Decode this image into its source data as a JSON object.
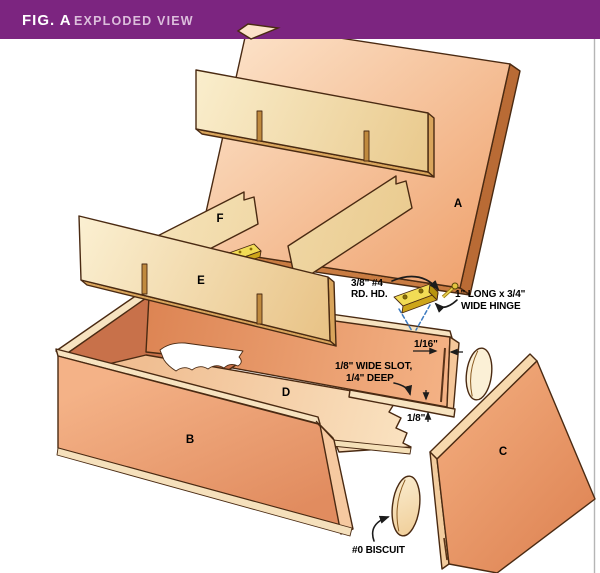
{
  "header": {
    "figure_label": "FIG. A",
    "title": "EXPLODED VIEW"
  },
  "part_labels": {
    "a": "A",
    "b": "B",
    "c": "C",
    "d": "D",
    "e": "E",
    "f": "F"
  },
  "callouts": {
    "screw": {
      "line1": "3/8\" #4",
      "line2": "RD. HD."
    },
    "hinge": {
      "line1": "1\" LONG x 3/4\"",
      "line2": "WIDE HINGE"
    },
    "edge_gap": "1/16\"",
    "slot": {
      "line1": "1/8\" WIDE SLOT,",
      "line2": "1/4\" DEEP"
    },
    "bottom_reveal": "1/8\"",
    "biscuit": "#0 BISCUIT"
  },
  "colors": {
    "header_purple": "#7C2580",
    "header_title_tint": "#DCBEDC",
    "outline_brown": "#4A2A12",
    "wood_cream": "#F2D9A4",
    "wood_cream_edge": "#D9A55C",
    "wood_salmon": "#EC9F72",
    "wood_peach_light": "#F7E3C0",
    "box_interior": "#C8714A",
    "slot_notch": "#C08A3E",
    "hinge_yellow": "#F2DC55",
    "hinge_yellow_dark": "#CDA51A",
    "screw_gold": "#E3C440",
    "leader_blue": "#3E7CC0",
    "annotation_text": "#1C1C1C",
    "border_gray": "#B5B5B5"
  }
}
